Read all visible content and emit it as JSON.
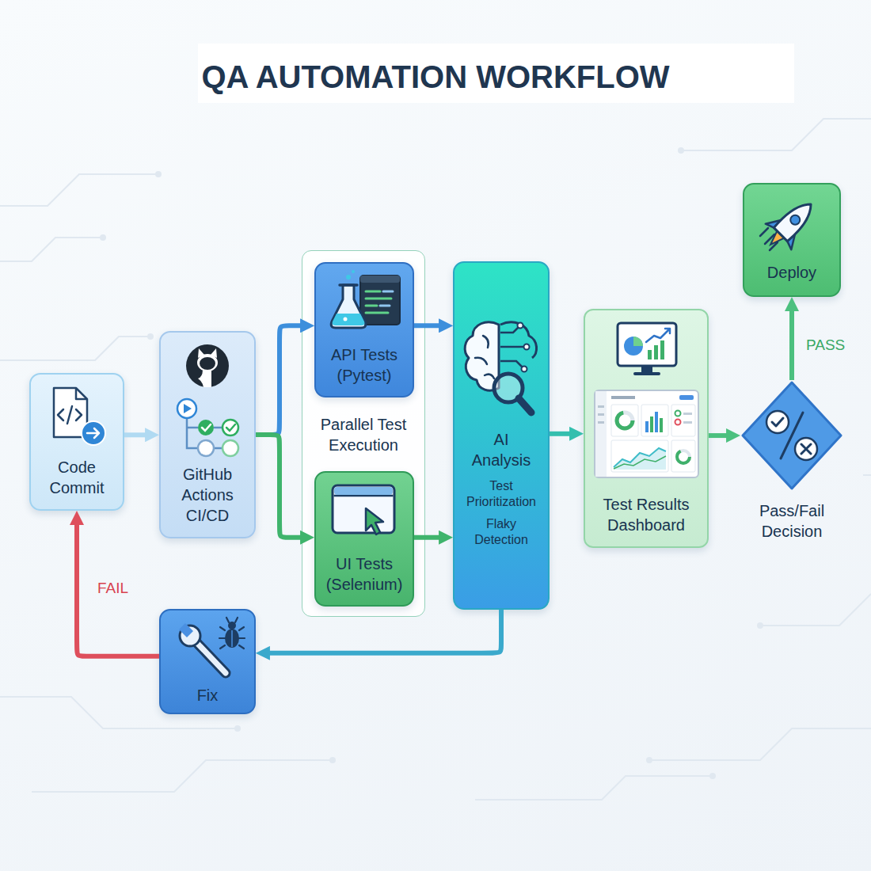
{
  "diagram": {
    "title": "QA AUTOMATION WORKFLOW",
    "nodes": [
      {
        "text": [
          "Code Commit"
        ]
      },
      {
        "text": [
          "GitHub Actions CI/CD"
        ]
      },
      {
        "text": [
          "Parallel Test Execution"
        ]
      },
      {
        "text": [
          "API Tests (Pytest)"
        ],
        "in": 2
      },
      {
        "text": [
          "UI Tests (Selenium)"
        ],
        "in": 2
      },
      {
        "text": [
          "AI Analysis",
          "Test Prioritization",
          "Flaky Detection"
        ]
      },
      {
        "text": [
          "Test Results Dashboard"
        ]
      },
      {
        "text": [
          "Pass/Fail Decision"
        ]
      },
      {
        "text": [
          "Deploy"
        ]
      },
      {
        "text": [
          "Fix"
        ]
      }
    ],
    "edges": [
      {
        "from": 0,
        "to": 1,
        "arrow": "to"
      },
      {
        "from": 1,
        "to": 3,
        "arrow": "to"
      },
      {
        "from": 1,
        "to": 4,
        "arrow": "to"
      },
      {
        "from": 3,
        "to": 5,
        "arrow": "to"
      },
      {
        "from": 4,
        "to": 5,
        "arrow": "to"
      },
      {
        "from": 5,
        "to": 6,
        "arrow": "to"
      },
      {
        "from": 6,
        "to": 7,
        "arrow": "to"
      },
      {
        "from": 7,
        "to": 8,
        "label": "PASS",
        "arrow": "to"
      },
      {
        "from": 5,
        "to": 9,
        "arrow": "to"
      },
      {
        "from": 9,
        "to": 0,
        "label": "FAIL",
        "arrow": "to"
      }
    ]
  }
}
